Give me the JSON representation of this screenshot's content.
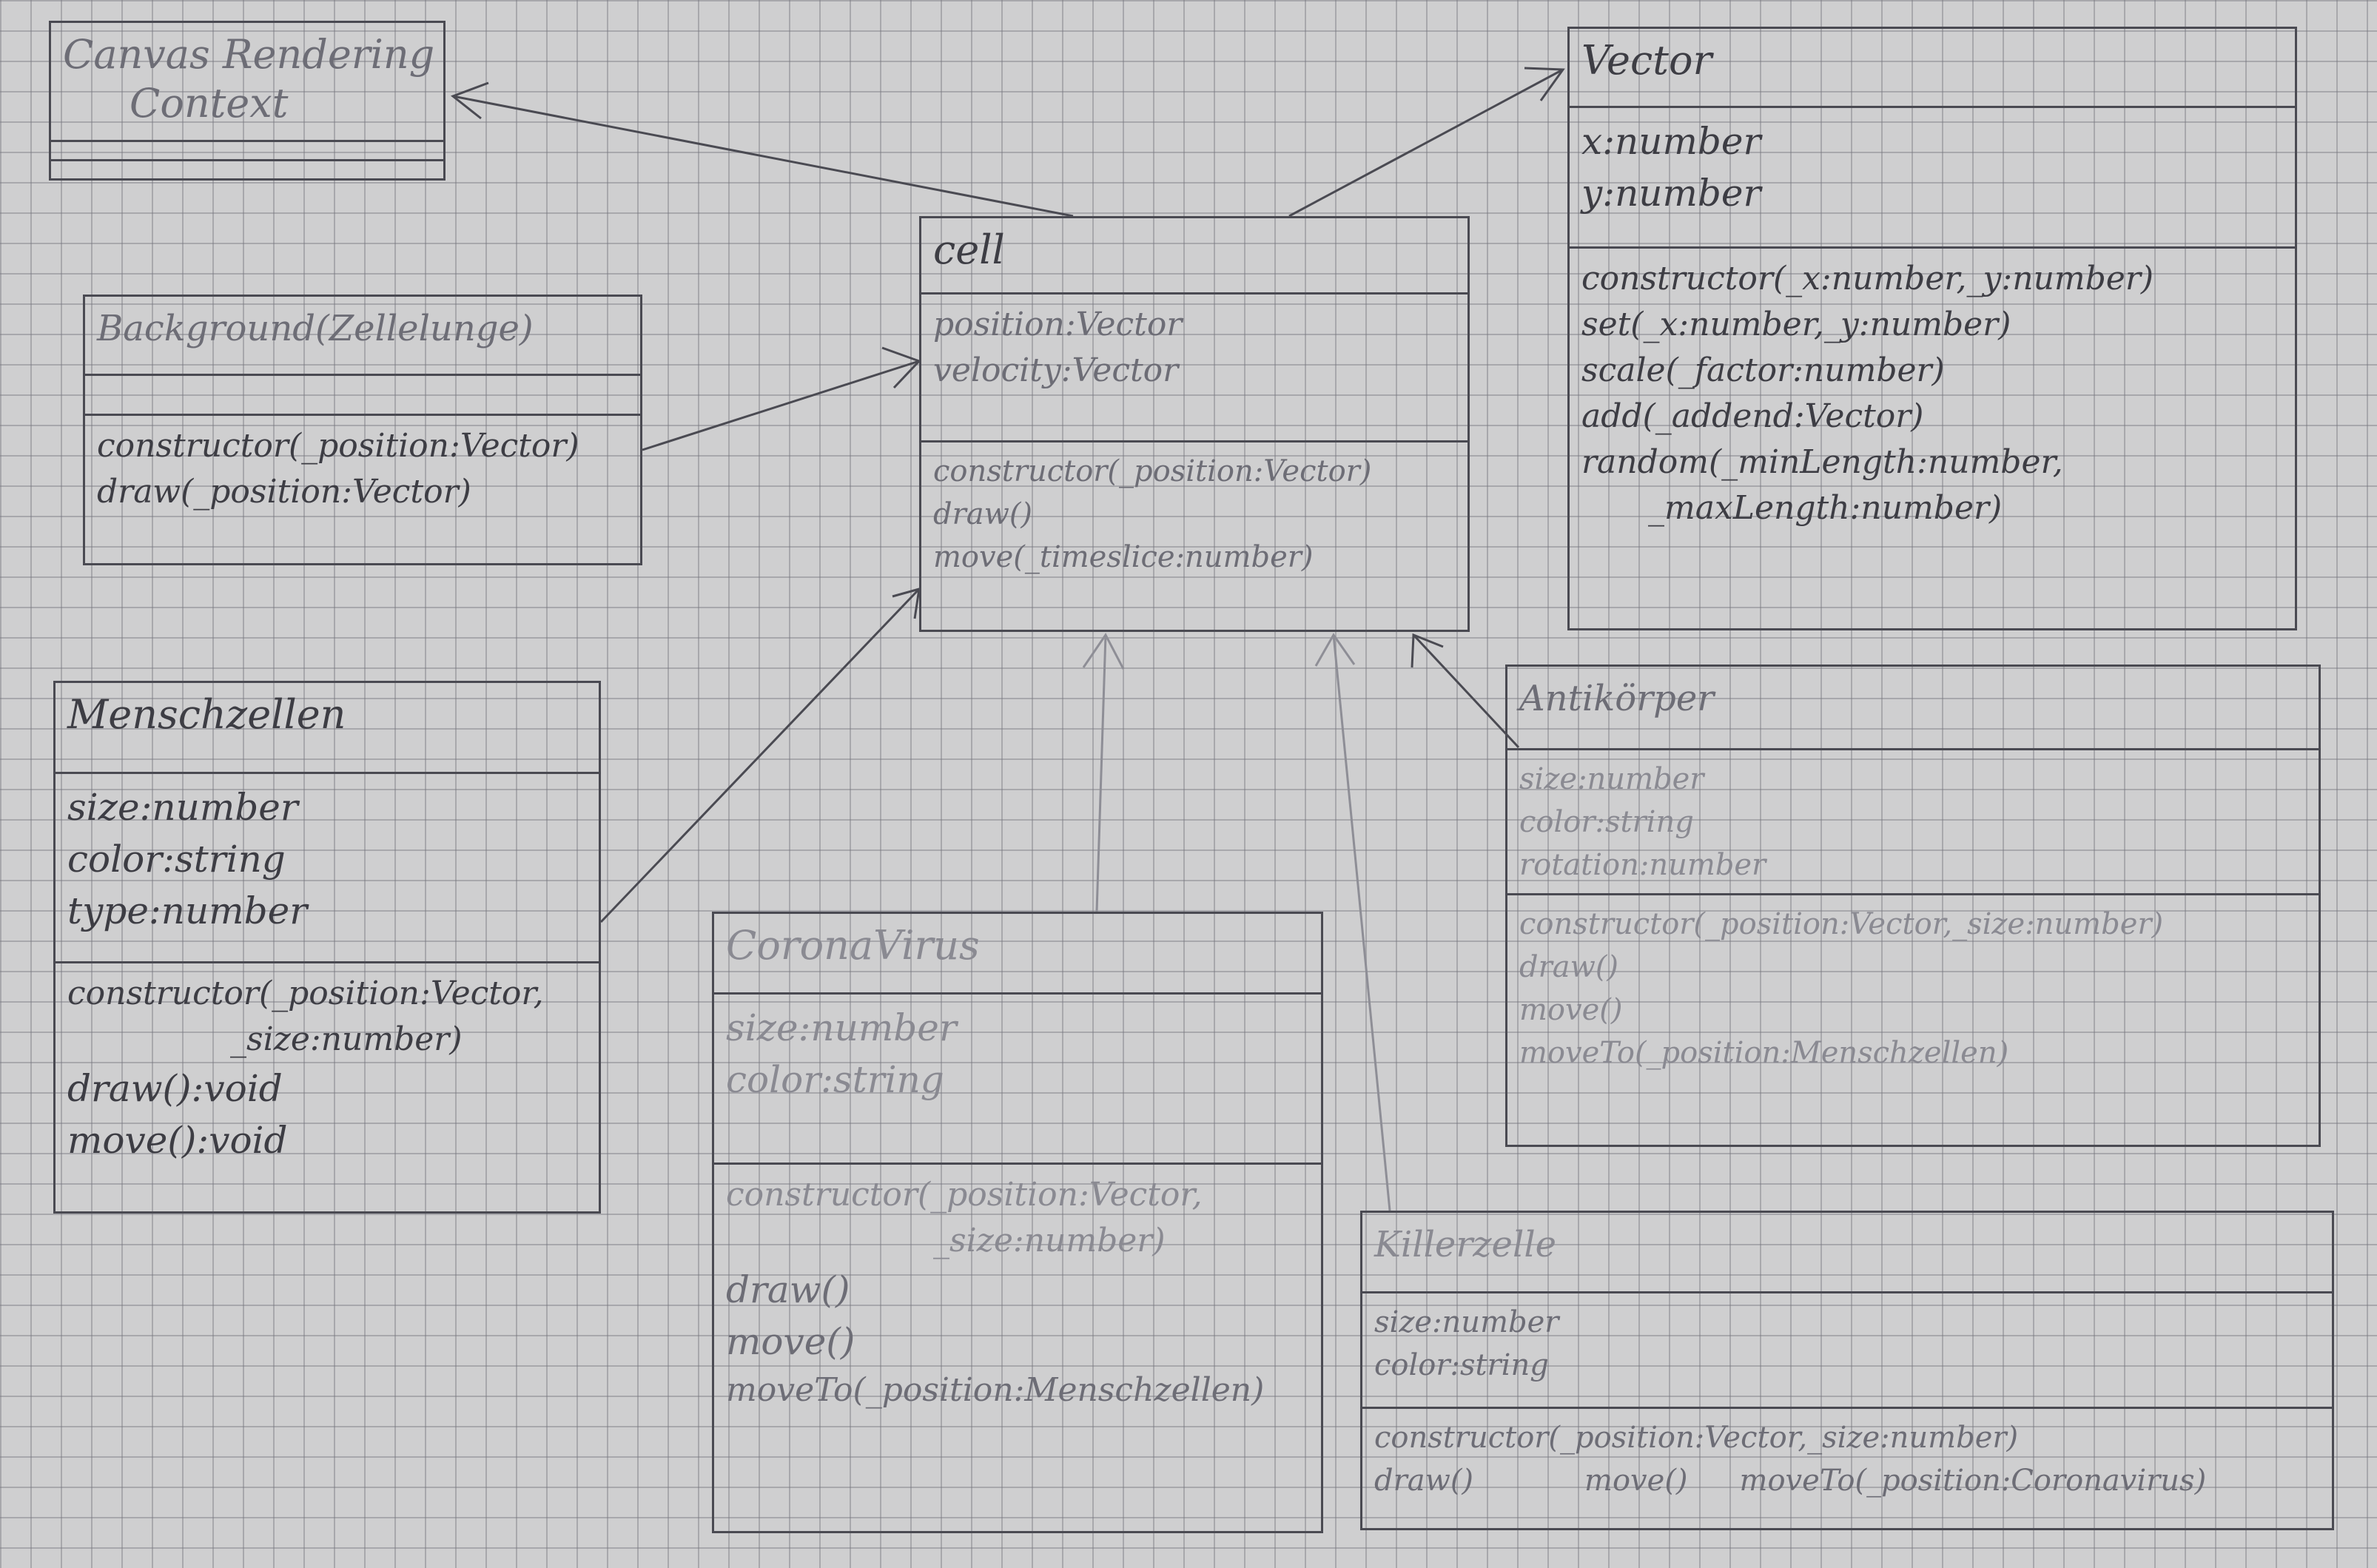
{
  "classes": {
    "canvas": {
      "title1": "Canvas Rendering",
      "title2": "Context"
    },
    "vector": {
      "title": "Vector",
      "attrs": [
        "x:number",
        "y:number"
      ],
      "methods": [
        "constructor(_x:number,_y:number)",
        "set(_x:number,_y:number)",
        "scale(_factor:number)",
        "add(_addend:Vector)",
        "random(_minLength:number,",
        "_maxLength:number)"
      ]
    },
    "cell": {
      "title": "cell",
      "attrs": [
        "position:Vector",
        "velocity:Vector"
      ],
      "methods": [
        "constructor(_position:Vector)",
        "draw()",
        "move(_timeslice:number)"
      ]
    },
    "background": {
      "title": "Background(Zellelunge)",
      "methods": [
        "constructor(_position:Vector)",
        "draw(_position:Vector)"
      ]
    },
    "menschzellen": {
      "title": "Menschzellen",
      "attrs": [
        "size:number",
        "color:string",
        "type:number"
      ],
      "methods": [
        "constructor(_position:Vector,",
        "_size:number)",
        "draw():void",
        "move():void"
      ]
    },
    "corona": {
      "title": "CoronaVirus",
      "attrs": [
        "size:number",
        "color:string"
      ],
      "methods": [
        "constructor(_position:Vector,",
        "_size:number)",
        "draw()",
        "move()",
        "moveTo(_position:Menschzellen)"
      ]
    },
    "antikoerper": {
      "title": "Antikörper",
      "attrs": [
        "size:number",
        "color:string",
        "rotation:number"
      ],
      "methods": [
        "constructor(_position:Vector,_size:number)",
        "draw()",
        "move()",
        "moveTo(_position:Menschzellen)"
      ]
    },
    "killerzelle": {
      "title": "Killerzelle",
      "attrs": [
        "size:number",
        "color:string"
      ],
      "methods": [
        "constructor(_position:Vector,_size:number)",
        "draw()",
        "move()",
        "moveTo(_position:Coronavirus)"
      ]
    }
  }
}
